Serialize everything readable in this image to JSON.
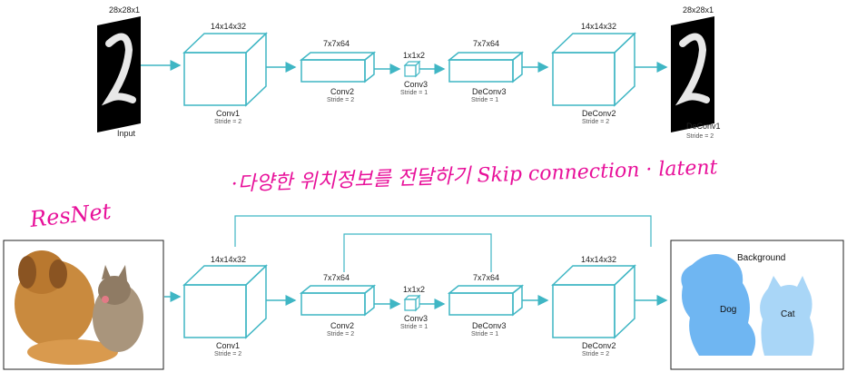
{
  "top": {
    "input": {
      "dims": "28x28x1",
      "label": "Input"
    },
    "output": {
      "dims": "28x28x1",
      "label": "DeConv1",
      "stride": "Stride = 2"
    },
    "blocks": [
      {
        "dims": "14x14x32",
        "label": "Conv1",
        "stride": "Stride = 2"
      },
      {
        "dims": "7x7x64",
        "label": "Conv2",
        "stride": "Stride = 2"
      },
      {
        "dims": "1x1x2",
        "label": "Conv3",
        "stride": "Stride = 1"
      },
      {
        "dims": "7x7x64",
        "label": "DeConv3",
        "stride": "Stride = 1"
      },
      {
        "dims": "14x14x32",
        "label": "DeConv2",
        "stride": "Stride = 2"
      }
    ]
  },
  "annotation": {
    "resnet": "ResNet",
    "note": "·다양한 위치정보를 전달하기 Skip connection · latent"
  },
  "bottom": {
    "blocks": [
      {
        "dims": "14x14x32",
        "label": "Conv1",
        "stride": "Stride = 2"
      },
      {
        "dims": "7x7x64",
        "label": "Conv2",
        "stride": "Stride = 2"
      },
      {
        "dims": "1x1x2",
        "label": "Conv3",
        "stride": "Stride = 1"
      },
      {
        "dims": "7x7x64",
        "label": "DeConv3",
        "stride": "Stride = 1"
      },
      {
        "dims": "14x14x32",
        "label": "DeConv2",
        "stride": "Stride = 2"
      }
    ],
    "segmentation": {
      "background": "Background",
      "dog": "Dog",
      "cat": "Cat"
    }
  },
  "colors": {
    "block": "#3fb6c4",
    "annotation": "#e8109a",
    "seg": "#6fb6f2"
  }
}
